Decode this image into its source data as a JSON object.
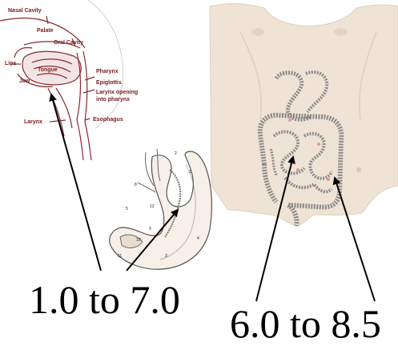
{
  "head_labels": {
    "nasal_cavity": "Nasal Cavity",
    "palate": "Palate",
    "oral_cavity": "Oral Cavity",
    "lips": "Lips",
    "tongue": "Tongue",
    "jaw": "Jaw",
    "pharynx": "Pharynx",
    "epiglottis": "Epiglottis",
    "larynx_opening_1": "Larynx opening",
    "larynx_opening_2": "into pharynx",
    "larynx": "Larynx",
    "esophagus": "Esophagus"
  },
  "stomach_numbers": [
    "2",
    "8",
    "5",
    "4",
    "1",
    "12",
    "10",
    "11",
    "3",
    "9"
  ],
  "ph_labels": {
    "mouth_stomach": "1.0 to 7.0",
    "intestine": "6.0 to 8.5"
  },
  "colors": {
    "label": "#7a1a1a",
    "head_line": "#8a2a2a",
    "skin": "#efe3d6",
    "intestine": "#8a8a8a",
    "arrow": "#000000"
  }
}
